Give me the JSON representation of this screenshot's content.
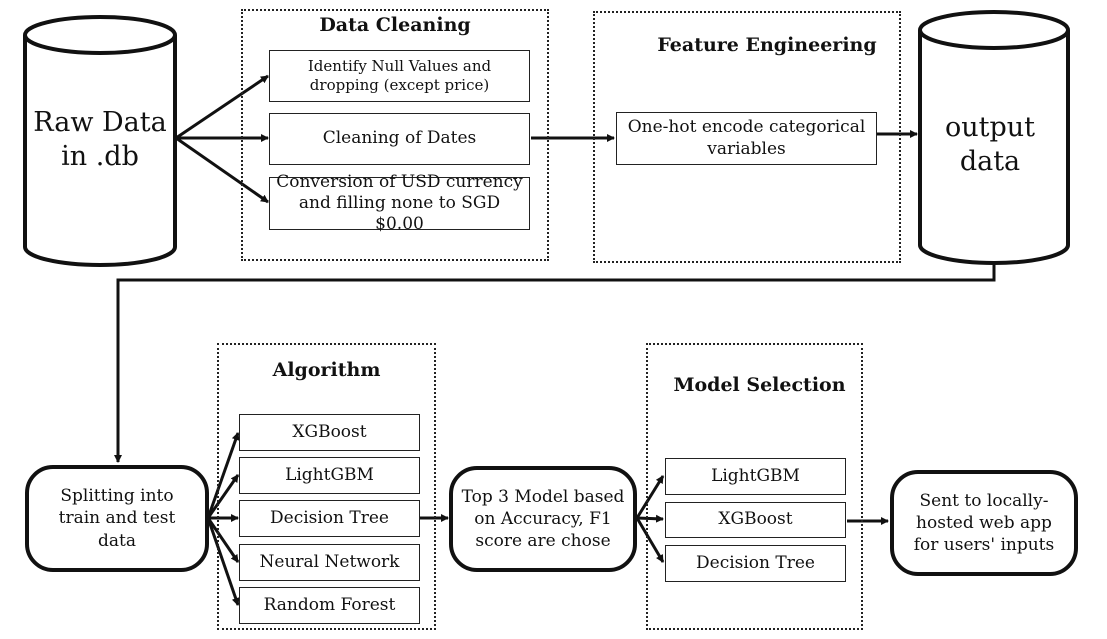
{
  "raw_data": {
    "label": "Raw Data\nin .db"
  },
  "output_data": {
    "label": "output\ndata"
  },
  "data_cleaning": {
    "title": "Data Cleaning",
    "steps": [
      "Identify Null Values and dropping (except price)",
      "Cleaning of Dates",
      "Conversion of USD currency and filling none to SGD $0.00"
    ]
  },
  "feature_engineering": {
    "title": "Feature Engineering",
    "step": "One-hot encode categorical variables"
  },
  "splitting": {
    "label": "Splitting into train and test data"
  },
  "algorithm": {
    "title": "Algorithm",
    "items": [
      "XGBoost",
      "LightGBM",
      "Decision Tree",
      "Neural Network",
      "Random Forest"
    ]
  },
  "top3": {
    "label": "Top 3 Model based on Accuracy, F1 score are chose"
  },
  "model_selection": {
    "title": "Model Selection",
    "items": [
      "LightGBM",
      "XGBoost",
      "Decision Tree"
    ]
  },
  "web_app": {
    "label": "Sent to locally-hosted web app for users' inputs"
  }
}
